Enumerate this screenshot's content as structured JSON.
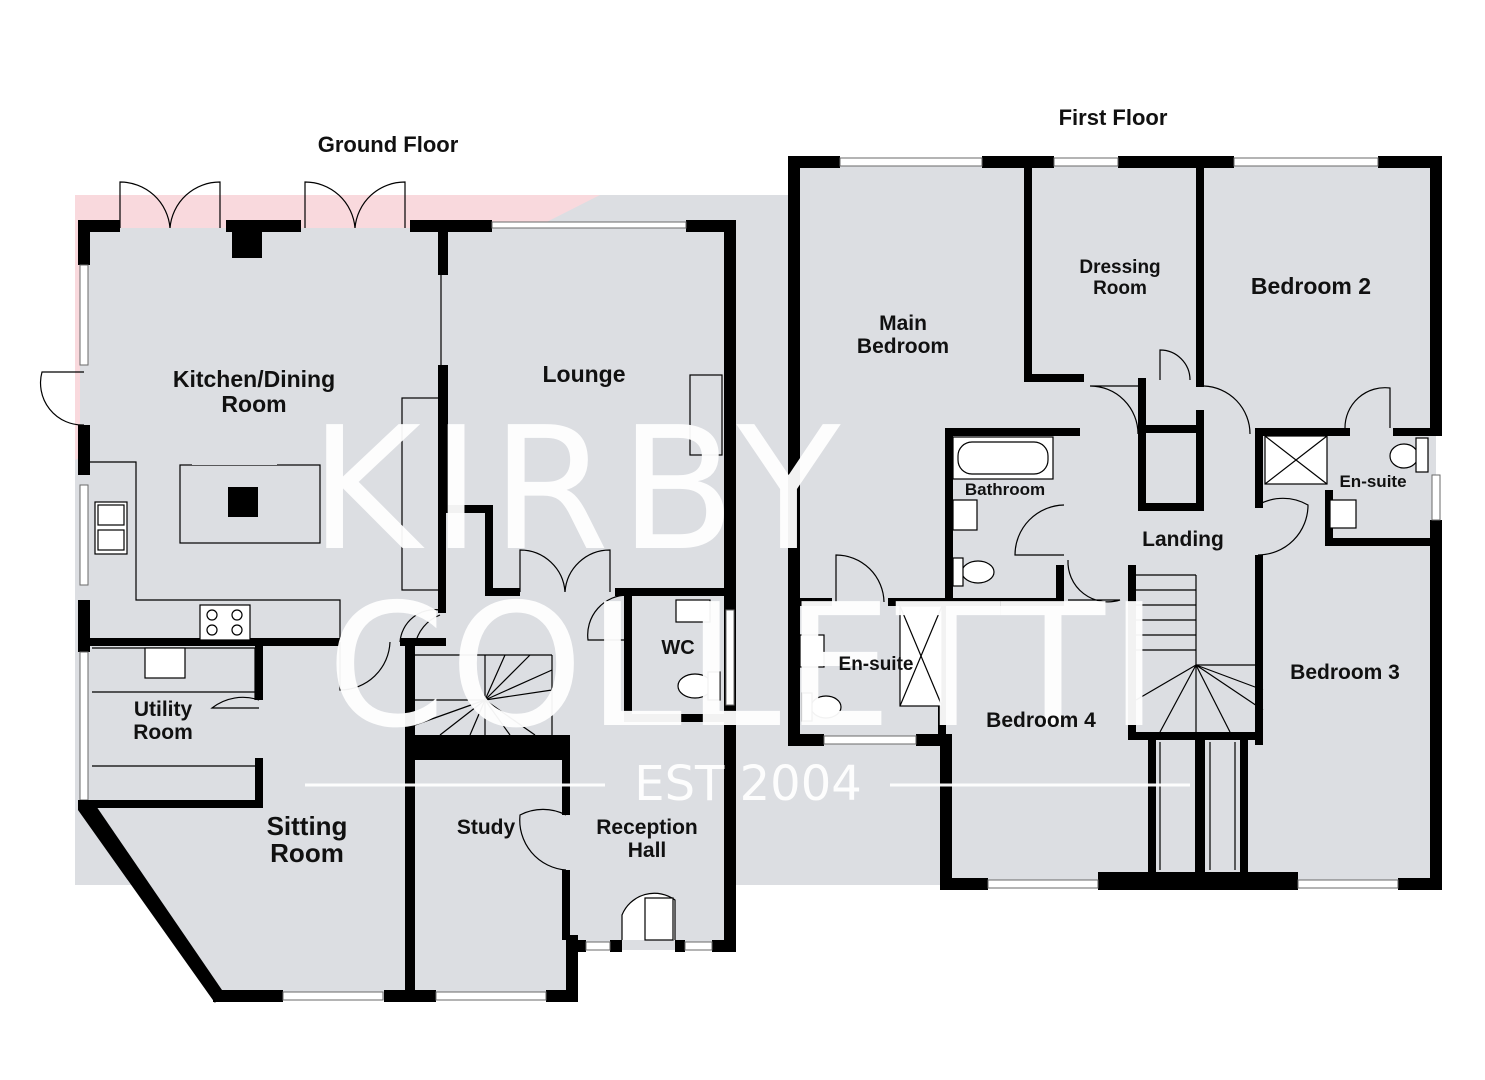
{
  "floors": {
    "ground": {
      "title": "Ground Floor"
    },
    "first": {
      "title": "First Floor"
    }
  },
  "rooms": {
    "kitchen": [
      "Kitchen/Dining",
      "Room"
    ],
    "lounge": "Lounge",
    "utility": [
      "Utility",
      "Room"
    ],
    "sitting": [
      "Sitting",
      "Room"
    ],
    "study": "Study",
    "reception": [
      "Reception",
      "Hall"
    ],
    "wc": "WC",
    "main_bedroom": [
      "Main",
      "Bedroom"
    ],
    "dressing": [
      "Dressing",
      "Room"
    ],
    "bedroom2": "Bedroom 2",
    "bathroom": "Bathroom",
    "landing": "Landing",
    "ensuite_right": "En-suite",
    "ensuite_main": "En-suite",
    "bedroom3": "Bedroom 3",
    "bedroom4": "Bedroom 4"
  },
  "watermark": {
    "line1": "KIRBY",
    "line2": "COLLETTI",
    "est": "EST 2004"
  },
  "colors": {
    "floor_fill": "#dcdee2",
    "wall": "#000000",
    "logo_accent": "#f9d9dd"
  }
}
